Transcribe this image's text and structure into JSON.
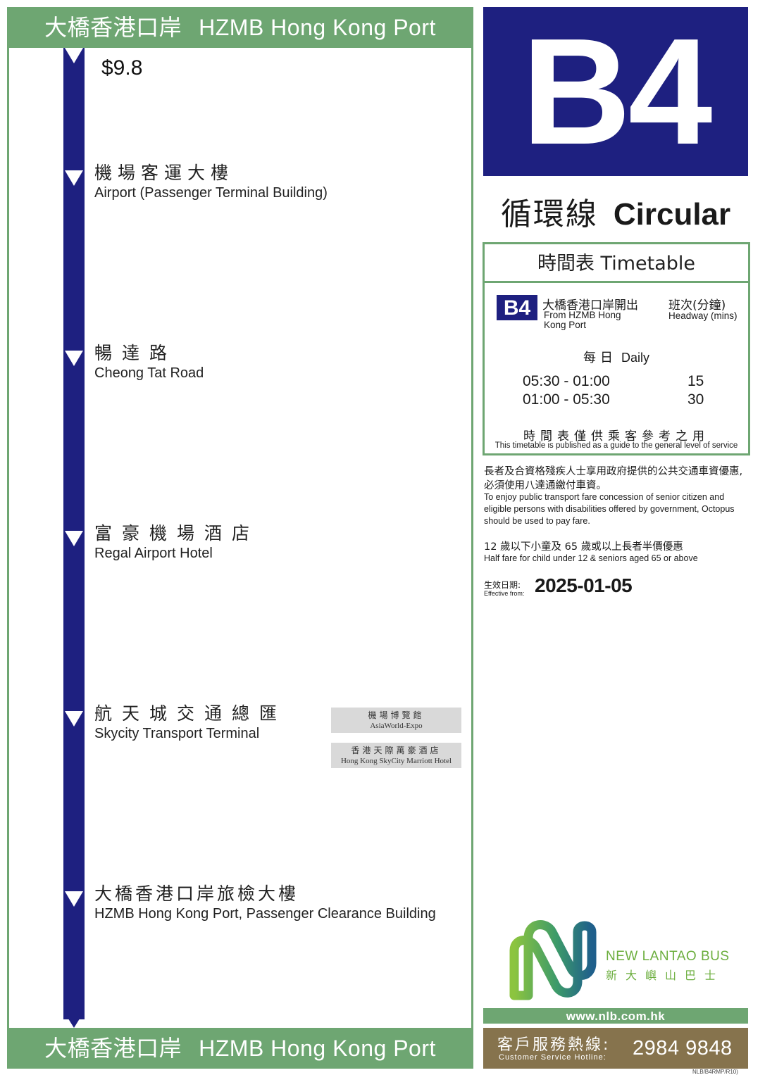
{
  "terminus": {
    "zh": "大橋香港口岸",
    "en": "HZMB Hong Kong Port"
  },
  "fare": "$9.8",
  "stops": [
    {
      "zh": "機場客運大樓",
      "en": "Airport (Passenger Terminal Building)"
    },
    {
      "zh": "暢達路",
      "en": "Cheong Tat Road"
    },
    {
      "zh": "富豪機場酒店",
      "en": "Regal Airport Hotel"
    },
    {
      "zh": "航天城交通總匯",
      "en": "Skycity Transport Terminal"
    },
    {
      "zh": "大橋香港口岸旅檢大樓",
      "en": "HZMB Hong Kong Port, Passenger Clearance Building"
    }
  ],
  "landmarks": [
    {
      "zh": "機場博覽館",
      "en": "AsiaWorld-Expo"
    },
    {
      "zh": "香港天際萬豪酒店",
      "en": "Hong Kong SkyCity Marriott Hotel"
    }
  ],
  "route": {
    "number": "B4",
    "type_zh": "循環線",
    "type_en": "Circular"
  },
  "timetable": {
    "title": "時間表 Timetable",
    "badge": "B4",
    "from_zh": "大橋香港口岸開出",
    "from_en": "From HZMB Hong Kong Port",
    "headway_zh": "班次(分鐘)",
    "headway_en": "Headway (mins)",
    "daily_zh": "每日",
    "daily_en": "Daily",
    "rows": [
      {
        "time": "05:30 - 01:00",
        "mins": "15"
      },
      {
        "time": "01:00 - 05:30",
        "mins": "30"
      }
    ],
    "note_zh": "時間表僅供乘客參考之用",
    "note_en": "This timetable is published as a guide to the general level of service"
  },
  "concession": {
    "zh": "長者及合資格殘疾人士享用政府提供的公共交通車資優惠,必須使用八達通繳付車資。",
    "en": "To enjoy public transport fare concession of senior citizen and eligible persons with disabilities offered by government, Octopus should be used to pay fare."
  },
  "half_fare": {
    "zh": "12 歲以下小童及 65 歲或以上長者半價優惠",
    "en": "Half fare for child under 12 & seniors aged 65 or above"
  },
  "effective": {
    "label_zh": "生效日期:",
    "label_en": "Effective from:",
    "date": "2025-01-05"
  },
  "brand": {
    "en": "NEW LANTAO BUS",
    "zh": "新大嶼山巴士"
  },
  "website": "www.nlb.com.hk",
  "hotline": {
    "label_zh": "客戶服務熱線:",
    "label_en": "Customer Service Hotline:",
    "number": "2984 9848"
  },
  "doc_code": "NLB/B4RMP/R10)",
  "colors": {
    "navy": "#1e2080",
    "green": "#6ea672",
    "brown": "#86734d",
    "grey": "#d9d9d9",
    "logo_green": "#6cae3e",
    "logo_blue": "#1f6f8b"
  }
}
